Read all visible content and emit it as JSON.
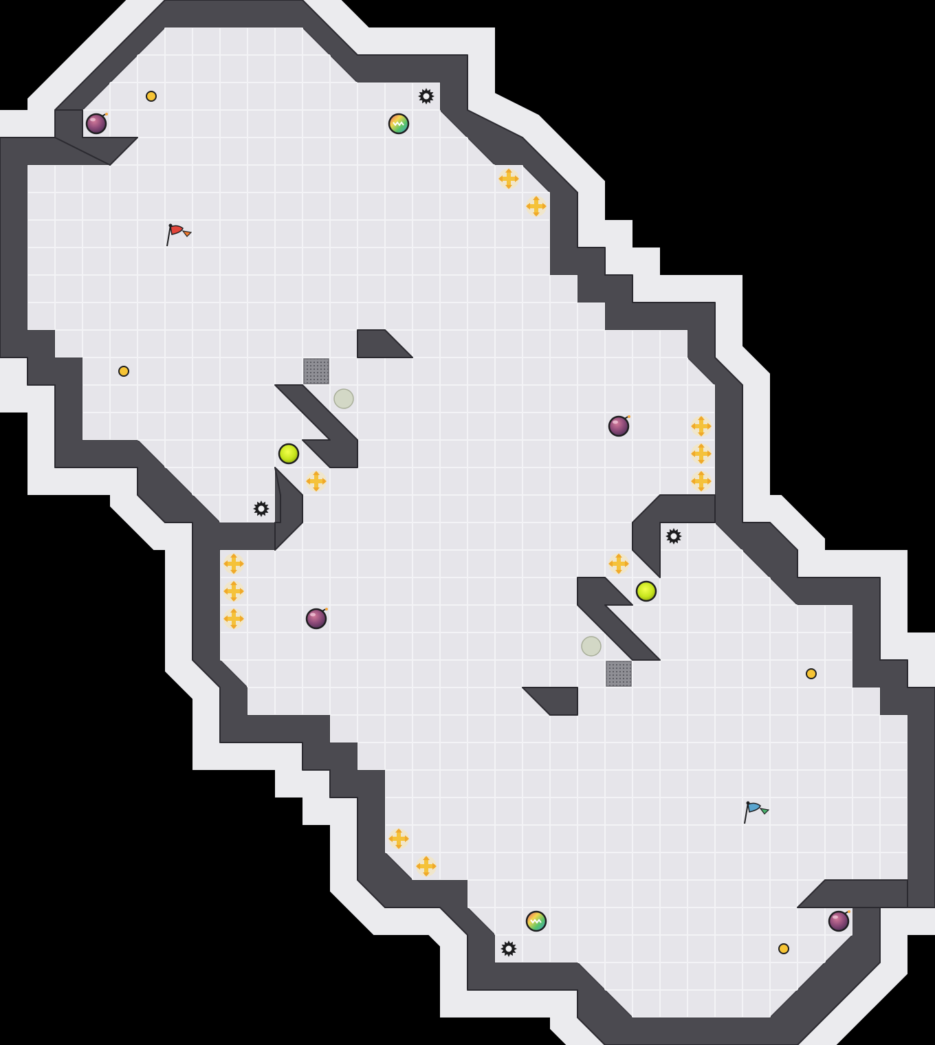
{
  "map": {
    "grid_cols": 34,
    "grid_rows": 38,
    "colors": {
      "background": "#000000",
      "floor": "#e6e5ea",
      "floor_line": "#f3f3f6",
      "wall": "#4b4a50",
      "wall_edge": "#2b2a30",
      "halo": "#ebebee"
    },
    "items": [
      {
        "type": "flag",
        "team": "red",
        "name": "red-flag",
        "col": 6,
        "row": 8,
        "color": "#e2453b",
        "tail": "#f07a2f"
      },
      {
        "type": "flag",
        "team": "blue",
        "name": "blue-flag",
        "col": 27,
        "row": 29,
        "color": "#5aa5cf",
        "tail": "#49b06c"
      },
      {
        "type": "bomb",
        "name": "bomb",
        "col": 3,
        "row": 4
      },
      {
        "type": "bomb",
        "name": "bomb",
        "col": 22,
        "row": 15
      },
      {
        "type": "bomb",
        "name": "bomb",
        "col": 11,
        "row": 22
      },
      {
        "type": "bomb",
        "name": "bomb",
        "col": 30,
        "row": 33
      },
      {
        "type": "spike",
        "name": "spike",
        "col": 15,
        "row": 3
      },
      {
        "type": "spike",
        "name": "spike",
        "col": 9,
        "row": 18
      },
      {
        "type": "spike",
        "name": "spike",
        "col": 24,
        "row": 19
      },
      {
        "type": "spike",
        "name": "spike",
        "col": 18,
        "row": 34
      },
      {
        "type": "speed_pad",
        "name": "boost-pad",
        "col": 18,
        "row": 6
      },
      {
        "type": "speed_pad",
        "name": "boost-pad",
        "col": 19,
        "row": 7
      },
      {
        "type": "speed_pad",
        "name": "boost-pad",
        "col": 25,
        "row": 15
      },
      {
        "type": "speed_pad",
        "name": "boost-pad",
        "col": 25,
        "row": 16
      },
      {
        "type": "speed_pad",
        "name": "boost-pad",
        "col": 25,
        "row": 17
      },
      {
        "type": "speed_pad",
        "name": "boost-pad",
        "col": 11,
        "row": 17
      },
      {
        "type": "speed_pad",
        "name": "boost-pad",
        "col": 8,
        "row": 20
      },
      {
        "type": "speed_pad",
        "name": "boost-pad",
        "col": 8,
        "row": 21
      },
      {
        "type": "speed_pad",
        "name": "boost-pad",
        "col": 8,
        "row": 22
      },
      {
        "type": "speed_pad",
        "name": "boost-pad",
        "col": 22,
        "row": 20
      },
      {
        "type": "speed_pad",
        "name": "boost-pad",
        "col": 14,
        "row": 30
      },
      {
        "type": "speed_pad",
        "name": "boost-pad",
        "col": 15,
        "row": 31
      },
      {
        "type": "powerup",
        "name": "powerup",
        "col": 14,
        "row": 4
      },
      {
        "type": "powerup",
        "name": "powerup",
        "col": 19,
        "row": 33
      },
      {
        "type": "button",
        "name": "gate-button",
        "col": 10,
        "row": 16
      },
      {
        "type": "button",
        "name": "gate-button",
        "col": 23,
        "row": 21
      },
      {
        "type": "gate",
        "name": "gate-marker",
        "col": 12,
        "row": 14
      },
      {
        "type": "gate",
        "name": "gate-marker",
        "col": 21,
        "row": 23
      },
      {
        "type": "portal",
        "name": "grate-portal",
        "col": 11,
        "row": 13
      },
      {
        "type": "portal",
        "name": "grate-portal",
        "col": 22,
        "row": 24
      },
      {
        "type": "coin",
        "name": "coin",
        "col": 5,
        "row": 3
      },
      {
        "type": "coin",
        "name": "coin",
        "col": 4,
        "row": 13
      },
      {
        "type": "coin",
        "name": "coin",
        "col": 29,
        "row": 24
      },
      {
        "type": "coin",
        "name": "coin",
        "col": 28,
        "row": 34
      }
    ]
  }
}
